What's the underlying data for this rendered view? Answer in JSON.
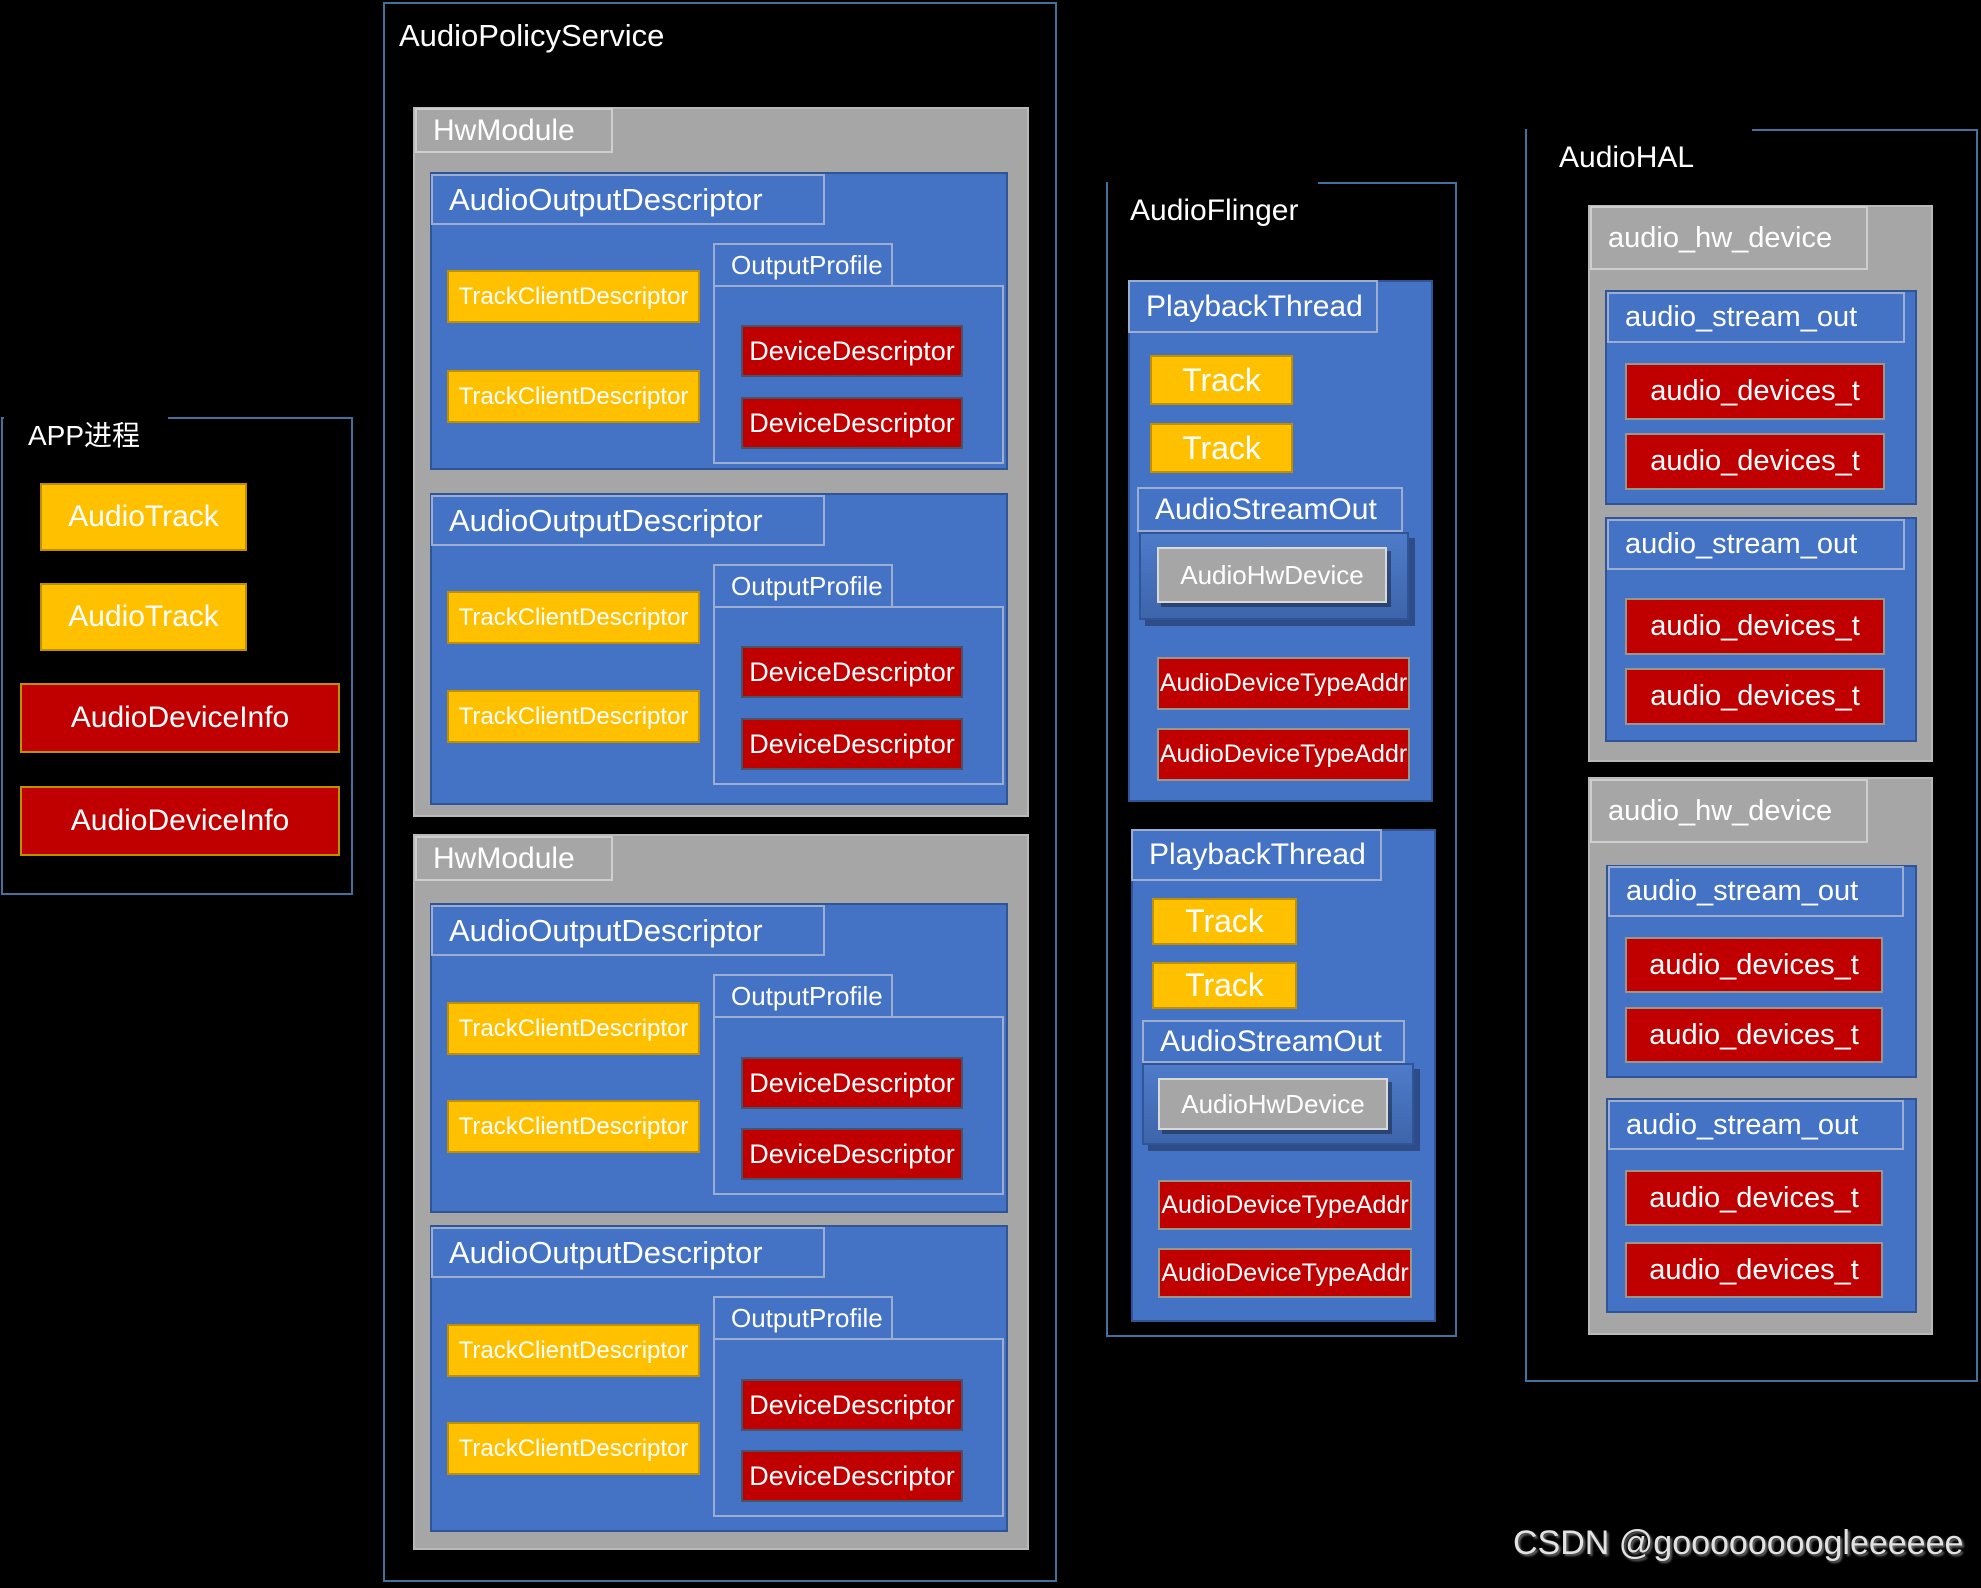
{
  "page": {
    "watermark": "CSDN @goooooooogleeeeee"
  },
  "colors": {
    "background": "#000000",
    "container_border": "#41719C",
    "blue": "#4472C4",
    "gray": "#A6A6A6",
    "yellow": "#FFC000",
    "red": "#C00000",
    "gold_border": "#BF9000"
  },
  "app": {
    "title": "APP进程",
    "audiotrack_label": "AudioTrack",
    "audiodeviceinfo_label": "AudioDeviceInfo"
  },
  "aps": {
    "title": "AudioPolicyService",
    "hwmodule_label": "HwModule",
    "aod_label": "AudioOutputDescriptor",
    "outputprofile_label": "OutputProfile",
    "tcd_label": "TrackClientDescriptor",
    "dd_label": "DeviceDescriptor"
  },
  "af": {
    "title": "AudioFlinger",
    "playbackthread_label": "PlaybackThread",
    "track_label": "Track",
    "audiostreamout_label": "AudioStreamOut",
    "audiohwdevice_label": "AudioHwDevice",
    "adta_label": "AudioDeviceTypeAddr"
  },
  "hal": {
    "title": "AudioHAL",
    "hw_device_label": "audio_hw_device",
    "stream_out_label": "audio_stream_out",
    "devices_t_label": "audio_devices_t"
  }
}
